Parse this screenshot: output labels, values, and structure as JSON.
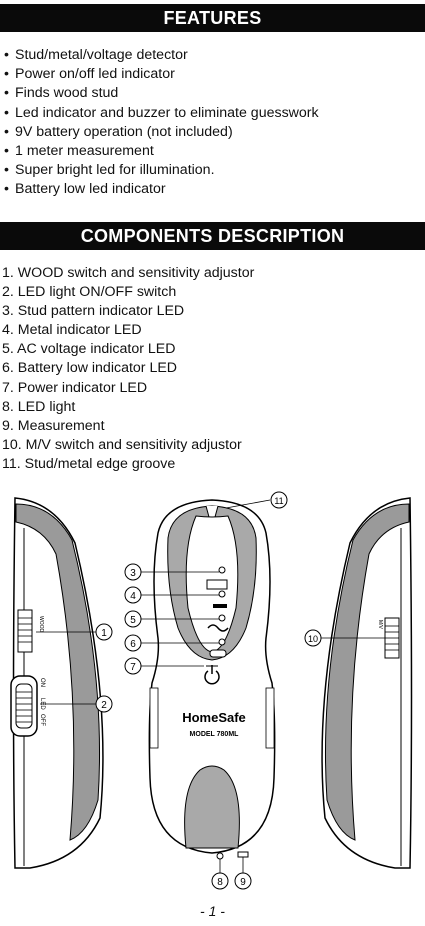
{
  "features": {
    "title": "FEATURES",
    "items": [
      "Stud/metal/voltage detector",
      "Power on/off led indicator",
      "Finds wood stud",
      "Led indicator and buzzer to eliminate guesswork",
      "9V battery operation (not included)",
      "1 meter measurement",
      "Super bright led for illumination.",
      "Battery low led indicator"
    ]
  },
  "components": {
    "title": "COMPONENTS DESCRIPTION",
    "items": [
      "1. WOOD switch and sensitivity adjustor",
      "2. LED light ON/OFF switch",
      "3. Stud pattern indicator LED",
      "4. Metal indicator LED",
      "5. AC voltage indicator LED",
      "6. Battery low indicator LED",
      "7. Power indicator LED",
      "8. LED light",
      "9. Measurement",
      "10. M/V switch and sensitivity adjustor",
      "11. Stud/metal edge groove"
    ]
  },
  "diagram": {
    "brand": "HomeSafe",
    "model": "MODEL 780ML",
    "left_side_label": "WOOD",
    "led_switch_label": "LED",
    "on_label": "ON",
    "off_label": "OFF",
    "right_side_label": "M/V",
    "callouts": [
      "1",
      "2",
      "3",
      "4",
      "5",
      "6",
      "7",
      "8",
      "9",
      "10",
      "11"
    ]
  },
  "page": {
    "number": "- 1 -"
  }
}
